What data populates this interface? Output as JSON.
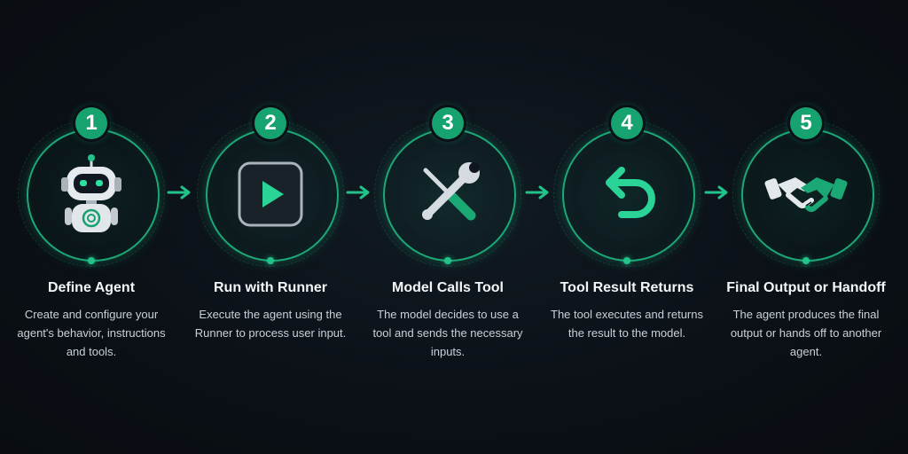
{
  "steps": [
    {
      "number": "1",
      "title": "Define Agent",
      "description": "Create and configure your agent's behavior, instructions and tools.",
      "icon": "robot-icon"
    },
    {
      "number": "2",
      "title": "Run with Runner",
      "description": "Execute the agent using the Runner to process user input.",
      "icon": "play-icon"
    },
    {
      "number": "3",
      "title": "Model Calls Tool",
      "description": "The model decides to use a tool and sends the necessary inputs.",
      "icon": "tools-icon"
    },
    {
      "number": "4",
      "title": "Tool Result Returns",
      "description": "The tool executes and returns the result to the model.",
      "icon": "return-arrow-icon"
    },
    {
      "number": "5",
      "title": "Final Output or Handoff",
      "description": "The agent produces the final output or hands off to another agent.",
      "icon": "handshake-icon"
    }
  ],
  "colors": {
    "accent": "#1ea877",
    "background": "#0b1016",
    "title_text": "#f3f6f8",
    "body_text": "#c9d1d8"
  }
}
